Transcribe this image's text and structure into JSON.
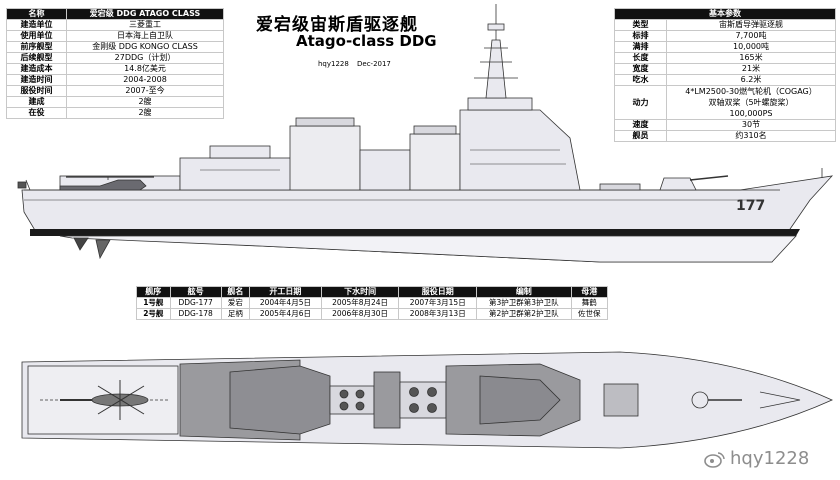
{
  "title_cn": "爱宕级宙斯盾驱逐舰",
  "title_en": "Atago-class DDG",
  "author": "hqy1228",
  "date": "Dec-2017",
  "left_specs": {
    "header_label": "名称",
    "header_value": "爱宕级 DDG ATAGO CLASS",
    "rows": [
      {
        "label": "建造单位",
        "value": "三菱重工"
      },
      {
        "label": "使用单位",
        "value": "日本海上自卫队"
      },
      {
        "label": "前序舰型",
        "value": "金刚级 DDG KONGO CLASS"
      },
      {
        "label": "后续舰型",
        "value": "27DDG（计划）"
      },
      {
        "label": "建造成本",
        "value": "14.8亿美元"
      },
      {
        "label": "建造时间",
        "value": "2004-2008"
      },
      {
        "label": "服役时间",
        "value": "2007-至今"
      },
      {
        "label": "建成",
        "value": "2艘"
      },
      {
        "label": "在役",
        "value": "2艘"
      }
    ]
  },
  "right_specs": {
    "header": "基本参数",
    "rows": [
      {
        "label": "类型",
        "value": "宙斯盾导弹驱逐舰"
      },
      {
        "label": "标排",
        "value": "7,700吨"
      },
      {
        "label": "满排",
        "value": "10,000吨"
      },
      {
        "label": "长度",
        "value": "165米"
      },
      {
        "label": "宽度",
        "value": "21米"
      },
      {
        "label": "吃水",
        "value": "6.2米"
      },
      {
        "label": "动力",
        "value": "4*LM2500-30燃气轮机（COGAG）",
        "value2": "双轴双桨（5叶螺旋桨）",
        "value3": "100,000PS"
      },
      {
        "label": "速度",
        "value": "30节"
      },
      {
        "label": "舰员",
        "value": "约310名"
      }
    ]
  },
  "ships_table": {
    "headers": [
      "舰序",
      "舷号",
      "舰名",
      "开工日期",
      "下水时间",
      "服役日期",
      "编制",
      "母港"
    ],
    "rows": [
      [
        "1号舰",
        "DDG-177",
        "爱宕",
        "2004年4月5日",
        "2005年8月24日",
        "2007年3月15日",
        "第3护卫群第3护卫队",
        "舞鹤"
      ],
      [
        "2号舰",
        "DDG-178",
        "足柄",
        "2005年4月6日",
        "2006年8月30日",
        "2008年3月13日",
        "第2护卫群第2护卫队",
        "佐世保"
      ]
    ]
  },
  "hull_number": "177",
  "watermark": "hqy1228",
  "colors": {
    "hull": "#e9e9ef",
    "deck": "#9a9a9e",
    "stripe": "#1a1a1a",
    "lines": "#333333",
    "header_bg": "#111111"
  }
}
